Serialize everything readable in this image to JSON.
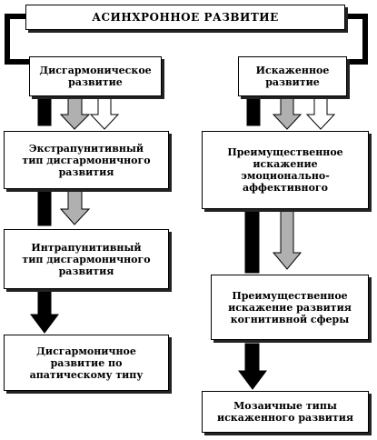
{
  "boxes": {
    "top": "АСИНХРОННОЕ  РАЗВИТИЕ",
    "left1": "Дисгармоническое\nразвитие",
    "right1": "Искаженное\nразвитие",
    "left2": "Экстрапунитивный\nтип дисгармоничного\nразвития",
    "right2": "Преимущественное\nискажение\nэмоционально-\nаффективного",
    "left3": "Интрапунитивный\nтип дисгармоничного\nразвития",
    "right3": "Преимущественное\nискажение развития\nкогнитивной сферы",
    "left4": "Дисгармоничное\nразвитие по\nапатическому типу",
    "right4": "Мозаичные типы\nискаженного развития"
  },
  "colors": {
    "line": "#000000",
    "arrow_black": "#000000",
    "arrow_gray": "#b0b0b0",
    "arrow_white": "#ffffff"
  }
}
